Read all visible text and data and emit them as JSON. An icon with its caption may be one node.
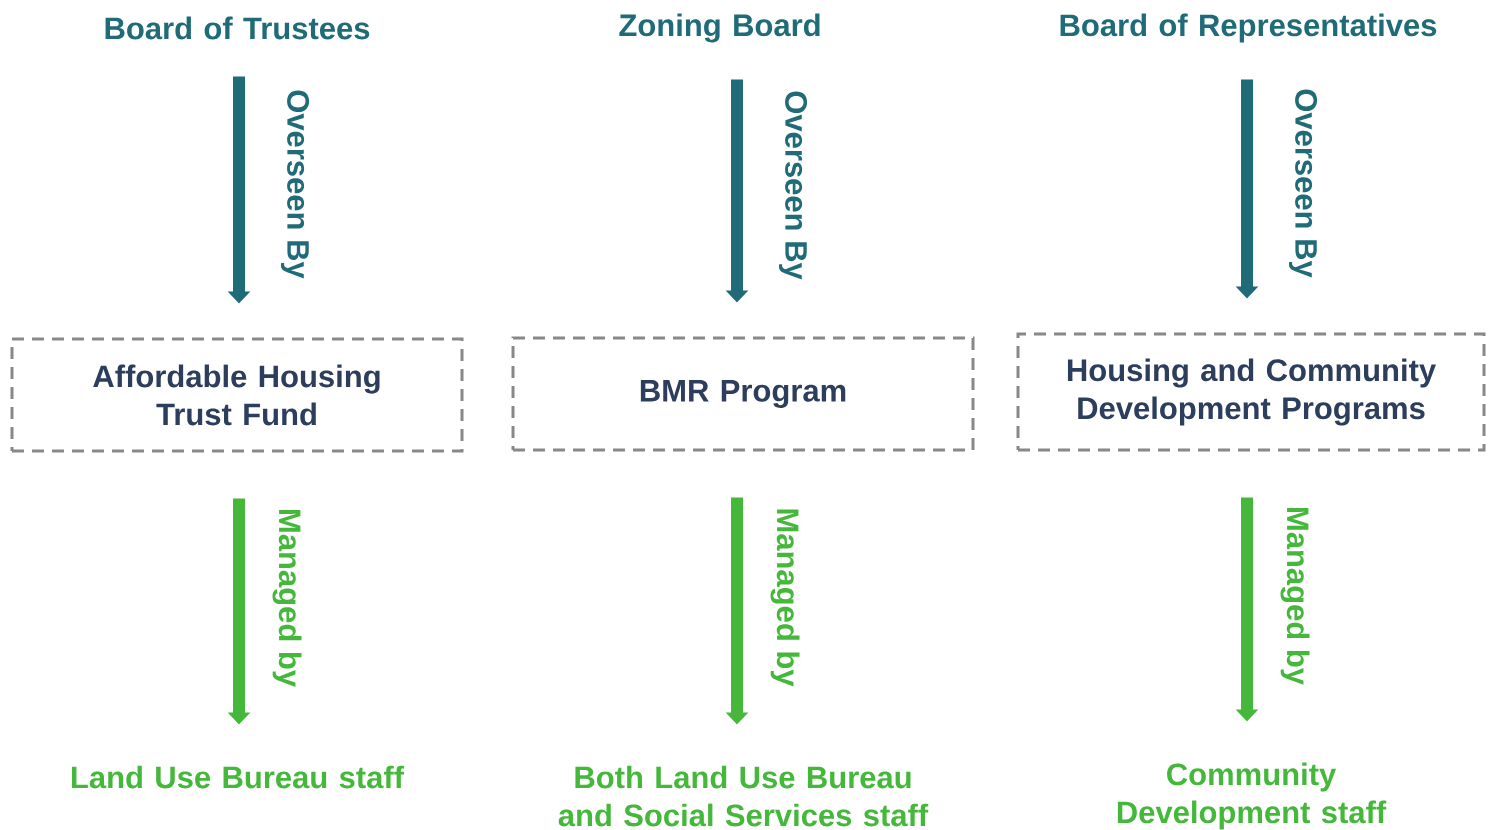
{
  "diagram": {
    "nodes": [
      {
        "text": [
          "Board of Trustees"
        ]
      },
      {
        "text": [
          "Zoning Board"
        ]
      },
      {
        "text": [
          "Board of Representatives"
        ]
      },
      {
        "text": [
          "Affordable Housing Trust Fund"
        ]
      },
      {
        "text": [
          "BMR Program"
        ]
      },
      {
        "text": [
          "Housing and Community Development Programs"
        ]
      },
      {
        "text": [
          "Land Use Bureau staff"
        ]
      },
      {
        "text": [
          "Both Land Use Bureau and Social Services staff"
        ]
      },
      {
        "text": [
          "Community Development staff"
        ]
      }
    ],
    "edges": [
      {
        "from": 0,
        "to": 3,
        "arrow": "to",
        "label": "Overseen By",
        "color": "#1f6b78"
      },
      {
        "from": 1,
        "to": 4,
        "arrow": "to",
        "label": "Overseen By",
        "color": "#1f6b78"
      },
      {
        "from": 2,
        "to": 5,
        "arrow": "to",
        "label": "Overseen By",
        "color": "#1f6b78"
      },
      {
        "from": 3,
        "to": 6,
        "arrow": "to",
        "label": "Managed by",
        "color": "#45b83c"
      },
      {
        "from": 4,
        "to": 7,
        "arrow": "to",
        "label": "Managed by",
        "color": "#45b83c"
      },
      {
        "from": 5,
        "to": 8,
        "arrow": "to",
        "label": "Managed by",
        "color": "#45b83c"
      }
    ]
  }
}
